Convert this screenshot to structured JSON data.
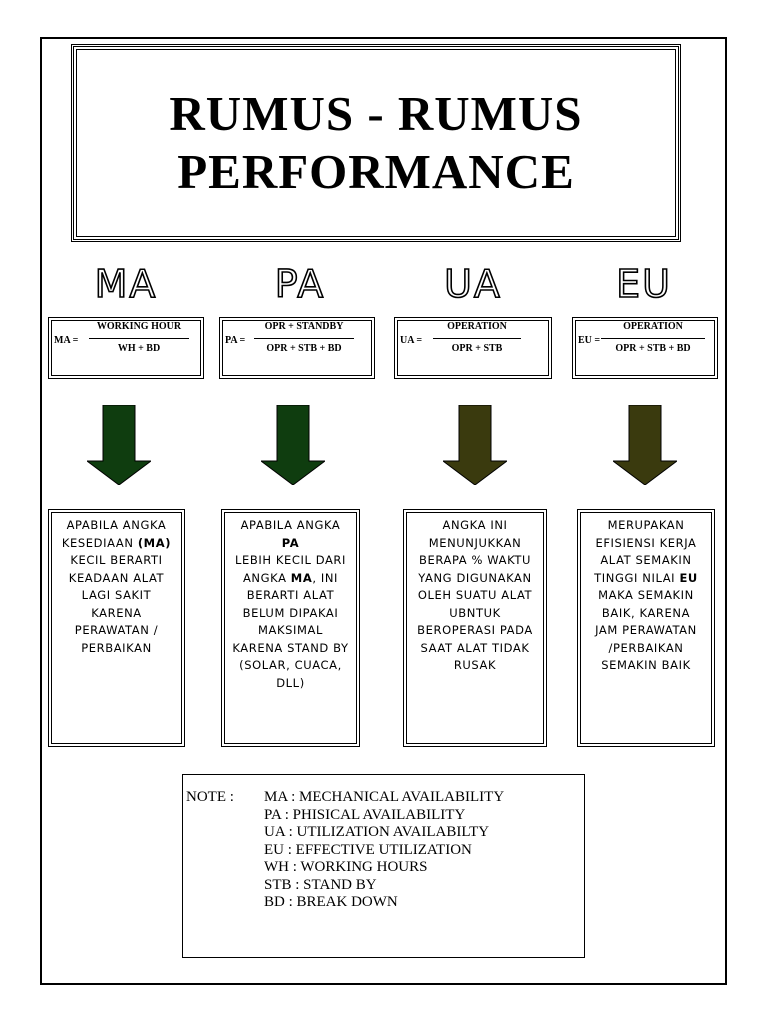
{
  "title": {
    "line1": "RUMUS - RUMUS",
    "line2": "PERFORMANCE"
  },
  "columns": [
    {
      "label": "MA",
      "formula": {
        "lhs": "MA =",
        "numerator": "WORKING HOUR",
        "denominator": "WH + BD"
      },
      "arrow_color": "#0f3d0f",
      "description": [
        {
          "text": "APABILA ANGKA"
        },
        {
          "text": "KESEDIAAN ",
          "bold": "(MA)"
        },
        {
          "text": "KECIL BERARTI"
        },
        {
          "text": "KEADAAN ALAT"
        },
        {
          "text": "LAGI SAKIT"
        },
        {
          "text": "KARENA"
        },
        {
          "text": "PERAWATAN /"
        },
        {
          "text": "PERBAIKAN"
        }
      ]
    },
    {
      "label": "PA",
      "formula": {
        "lhs": "PA =",
        "numerator": "OPR + STANDBY",
        "denominator": "OPR + STB + BD"
      },
      "arrow_color": "#0f3d0f",
      "description": [
        {
          "text": "APABILA ANGKA ",
          "bold": "PA"
        },
        {
          "text": "LEBIH KECIL DARI"
        },
        {
          "text": "ANGKA ",
          "bold": "MA",
          "after": ", INI"
        },
        {
          "text": "BERARTI ALAT"
        },
        {
          "text": "BELUM DIPAKAI"
        },
        {
          "text": "MAKSIMAL"
        },
        {
          "text": "KARENA STAND BY"
        },
        {
          "text": "(SOLAR, CUACA,"
        },
        {
          "text": "DLL)"
        }
      ]
    },
    {
      "label": "UA",
      "formula": {
        "lhs": "UA =",
        "numerator": "OPERATION",
        "denominator": "OPR + STB"
      },
      "arrow_color": "#3a3a0e",
      "description": [
        {
          "text": "ANGKA INI"
        },
        {
          "text": "MENUNJUKKAN"
        },
        {
          "text": "BERAPA % WAKTU"
        },
        {
          "text": "YANG DIGUNAKAN"
        },
        {
          "text": "OLEH SUATU ALAT"
        },
        {
          "text": "UBNTUK"
        },
        {
          "text": "BEROPERASI PADA"
        },
        {
          "text": "SAAT ALAT TIDAK"
        },
        {
          "text": "RUSAK"
        }
      ]
    },
    {
      "label": "EU",
      "formula": {
        "lhs": "EU =",
        "numerator": "OPERATION",
        "denominator": "OPR +  STB + BD"
      },
      "arrow_color": "#3a3a0e",
      "description": [
        {
          "text": "MERUPAKAN"
        },
        {
          "text": "EFISIENSI KERJA"
        },
        {
          "text": "ALAT SEMAKIN"
        },
        {
          "text": "TINGGI NILAI ",
          "bold": "EU"
        },
        {
          "text": "MAKA SEMAKIN"
        },
        {
          "text": "BAIK, KARENA"
        },
        {
          "text": "JAM PERAWATAN"
        },
        {
          "text": "/PERBAIKAN"
        },
        {
          "text": "SEMAKIN BAIK"
        }
      ]
    }
  ],
  "note": {
    "head": "NOTE  :",
    "items": [
      "MA : MECHANICAL AVAILABILITY",
      "PA : PHISICAL AVAILABILITY",
      "UA : UTILIZATION AVAILABILTY",
      "EU : EFFECTIVE UTILIZATION",
      "WH : WORKING HOURS",
      "STB : STAND BY",
      "BD : BREAK DOWN"
    ]
  }
}
